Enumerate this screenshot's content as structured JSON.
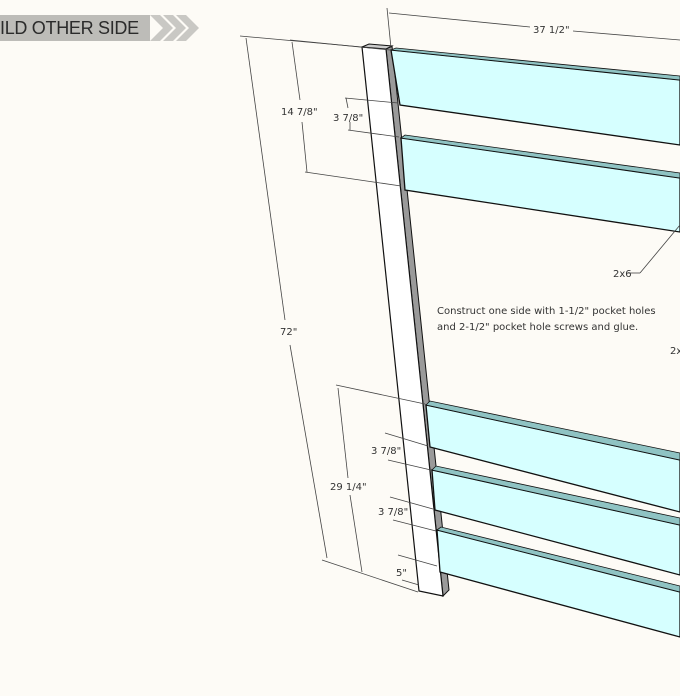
{
  "banner": {
    "title": "ILD OTHER SIDE"
  },
  "diagram": {
    "dims": {
      "width": "37 1/2\"",
      "height": "72\"",
      "top_section": "14 7/8\"",
      "top_gap": "3 7/8\"",
      "bottom_section": "29 1/4\"",
      "bottom_gap_1": "3 7/8\"",
      "bottom_gap_2": "3 7/8\"",
      "bottom_offset": "5\""
    },
    "labels": {
      "board": "2x6",
      "board_partial": "2x"
    },
    "note": {
      "line1": "Construct one side with 1-1/2\" pocket holes",
      "line2": "and 2-1/2\" pocket hole screws and glue."
    },
    "colors": {
      "board": "#d6ffff",
      "bevel": "#8fc3c3",
      "post": "#ffffff",
      "post_side": "#9a9a9a",
      "banner": "#bdbcb8"
    }
  }
}
